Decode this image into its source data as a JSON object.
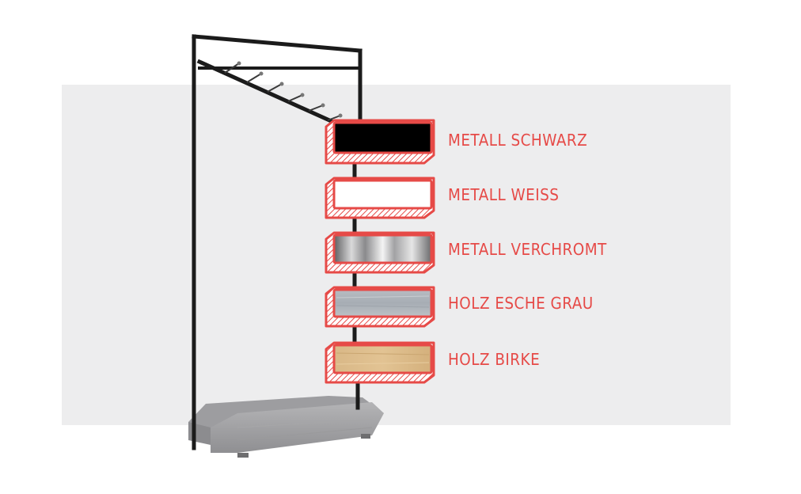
{
  "accent_color": "#e64a47",
  "options": [
    {
      "label": "METALL SCHWARZ",
      "swatch": "black-metal"
    },
    {
      "label": "METALL WEISS",
      "swatch": "white-metal"
    },
    {
      "label": "METALL VERCHROMT",
      "swatch": "chrome-metal"
    },
    {
      "label": "HOLZ ESCHE GRAU",
      "swatch": "grey-ash-wood"
    },
    {
      "label": "HOLZ BIRKE",
      "swatch": "birch-wood"
    }
  ]
}
